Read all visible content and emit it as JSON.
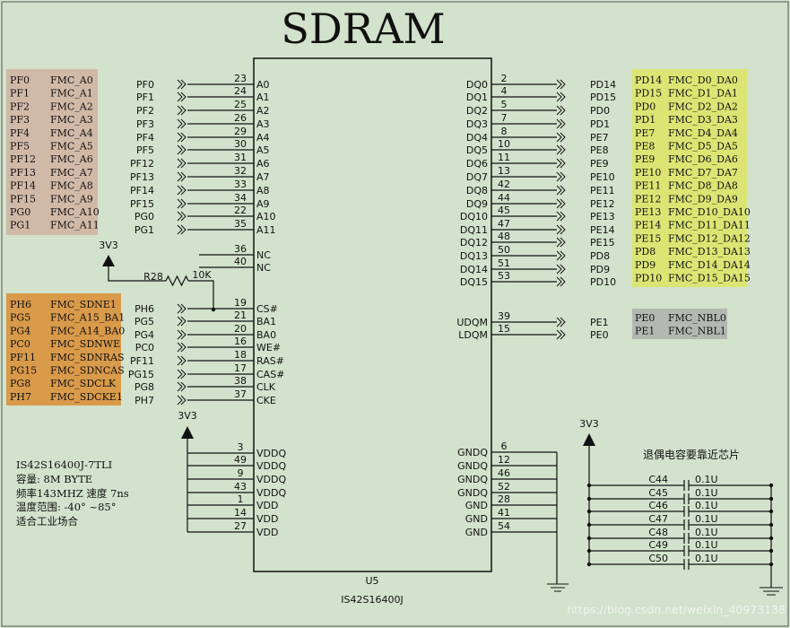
{
  "title": "SDRAM",
  "chip": {
    "ref": "U5",
    "part": "IS42S16400J"
  },
  "left_pins": [
    {
      "net": "PF0",
      "num": "23",
      "name": "A0"
    },
    {
      "net": "PF1",
      "num": "24",
      "name": "A1"
    },
    {
      "net": "PF2",
      "num": "25",
      "name": "A2"
    },
    {
      "net": "PF3",
      "num": "26",
      "name": "A3"
    },
    {
      "net": "PF4",
      "num": "29",
      "name": "A4"
    },
    {
      "net": "PF5",
      "num": "30",
      "name": "A5"
    },
    {
      "net": "PF12",
      "num": "31",
      "name": "A6"
    },
    {
      "net": "PF13",
      "num": "32",
      "name": "A7"
    },
    {
      "net": "PF14",
      "num": "33",
      "name": "A8"
    },
    {
      "net": "PF15",
      "num": "34",
      "name": "A9"
    },
    {
      "net": "PG0",
      "num": "22",
      "name": "A10"
    },
    {
      "net": "PG1",
      "num": "35",
      "name": "A11"
    },
    {
      "net": "",
      "num": "36",
      "name": "NC"
    },
    {
      "net": "",
      "num": "40",
      "name": "NC"
    },
    {
      "net": "PH6",
      "num": "19",
      "name": "CS#"
    },
    {
      "net": "PG5",
      "num": "21",
      "name": "BA1"
    },
    {
      "net": "PG4",
      "num": "20",
      "name": "BA0"
    },
    {
      "net": "PC0",
      "num": "16",
      "name": "WE#"
    },
    {
      "net": "PF11",
      "num": "18",
      "name": "RAS#"
    },
    {
      "net": "PG15",
      "num": "17",
      "name": "CAS#"
    },
    {
      "net": "PG8",
      "num": "38",
      "name": "CLK"
    },
    {
      "net": "PH7",
      "num": "37",
      "name": "CKE"
    }
  ],
  "power_pins": [
    {
      "num": "3",
      "name": "VDDQ"
    },
    {
      "num": "49",
      "name": "VDDQ"
    },
    {
      "num": "9",
      "name": "VDDQ"
    },
    {
      "num": "43",
      "name": "VDDQ"
    },
    {
      "num": "1",
      "name": "VDD"
    },
    {
      "num": "14",
      "name": "VDD"
    },
    {
      "num": "27",
      "name": "VDD"
    }
  ],
  "right_pins": [
    {
      "name": "DQ0",
      "num": "2",
      "net": "PD14"
    },
    {
      "name": "DQ1",
      "num": "4",
      "net": "PD15"
    },
    {
      "name": "DQ2",
      "num": "5",
      "net": "PD0"
    },
    {
      "name": "DQ3",
      "num": "7",
      "net": "PD1"
    },
    {
      "name": "DQ4",
      "num": "8",
      "net": "PE7"
    },
    {
      "name": "DQ5",
      "num": "10",
      "net": "PE8"
    },
    {
      "name": "DQ6",
      "num": "11",
      "net": "PE9"
    },
    {
      "name": "DQ7",
      "num": "13",
      "net": "PE10"
    },
    {
      "name": "DQ8",
      "num": "42",
      "net": "PE11"
    },
    {
      "name": "DQ9",
      "num": "44",
      "net": "PE12"
    },
    {
      "name": "DQ10",
      "num": "45",
      "net": "PE13"
    },
    {
      "name": "DQ11",
      "num": "47",
      "net": "PE14"
    },
    {
      "name": "DQ12",
      "num": "48",
      "net": "PE15"
    },
    {
      "name": "DQ13",
      "num": "50",
      "net": "PD8"
    },
    {
      "name": "DQ14",
      "num": "51",
      "net": "PD9"
    },
    {
      "name": "DQ15",
      "num": "53",
      "net": "PD10"
    }
  ],
  "mask_pins": [
    {
      "name": "UDQM",
      "num": "39",
      "net": "PE1"
    },
    {
      "name": "LDQM",
      "num": "15",
      "net": "PE0"
    }
  ],
  "gnd_pins": [
    {
      "name": "GNDQ",
      "num": "6"
    },
    {
      "name": "GNDQ",
      "num": "12"
    },
    {
      "name": "GNDQ",
      "num": "46"
    },
    {
      "name": "GNDQ",
      "num": "52"
    },
    {
      "name": "GND",
      "num": "28"
    },
    {
      "name": "GND",
      "num": "41"
    },
    {
      "name": "GND",
      "num": "54"
    }
  ],
  "addr_table": [
    [
      "PF0",
      "FMC_A0"
    ],
    [
      "PF1",
      "FMC_A1"
    ],
    [
      "PF2",
      "FMC_A2"
    ],
    [
      "PF3",
      "FMC_A3"
    ],
    [
      "PF4",
      "FMC_A4"
    ],
    [
      "PF5",
      "FMC_A5"
    ],
    [
      "PF12",
      "FMC_A6"
    ],
    [
      "PF13",
      "FMC_A7"
    ],
    [
      "PF14",
      "FMC_A8"
    ],
    [
      "PF15",
      "FMC_A9"
    ],
    [
      "PG0",
      "FMC_A10"
    ],
    [
      "PG1",
      "FMC_A11"
    ]
  ],
  "ctrl_table": [
    [
      "PH6",
      "FMC_SDNE1"
    ],
    [
      "PG5",
      "FMC_A15_BA1"
    ],
    [
      "PG4",
      "FMC_A14_BA0"
    ],
    [
      "PC0",
      "FMC_SDNWE"
    ],
    [
      "PF11",
      "FMC_SDNRAS"
    ],
    [
      "PG15",
      "FMC_SDNCAS"
    ],
    [
      "PG8",
      "FMC_SDCLK"
    ],
    [
      "PH7",
      "FMC_SDCKE1"
    ]
  ],
  "data_table": [
    [
      "PD14",
      "FMC_D0_DA0"
    ],
    [
      "PD15",
      "FMC_D1_DA1"
    ],
    [
      "PD0",
      "FMC_D2_DA2"
    ],
    [
      "PD1",
      "FMC_D3_DA3"
    ],
    [
      "PE7",
      "FMC_D4_DA4"
    ],
    [
      "PE8",
      "FMC_D5_DA5"
    ],
    [
      "PE9",
      "FMC_D6_DA6"
    ],
    [
      "PE10",
      "FMC_D7_DA7"
    ],
    [
      "PE11",
      "FMC_D8_DA8"
    ],
    [
      "PE12",
      "FMC_D9_DA9"
    ],
    [
      "PE13",
      "FMC_D10_DA10"
    ],
    [
      "PE14",
      "FMC_D11_DA11"
    ],
    [
      "PE15",
      "FMC_D12_DA12"
    ],
    [
      "PD8",
      "FMC_D13_DA13"
    ],
    [
      "PD9",
      "FMC_D14_DA14"
    ],
    [
      "PD10",
      "FMC_D15_DA15"
    ]
  ],
  "mask_table": [
    [
      "PE0",
      "FMC_NBL0"
    ],
    [
      "PE1",
      "FMC_NBL1"
    ]
  ],
  "resistor": {
    "ref": "R28",
    "value": "10K",
    "supply": "3V3"
  },
  "vdd_supply": "3V3",
  "cap_supply": "3V3",
  "caps_title": "退偶电容要靠近芯片",
  "caps": [
    {
      "ref": "C44",
      "value": "0.1U"
    },
    {
      "ref": "C45",
      "value": "0.1U"
    },
    {
      "ref": "C46",
      "value": "0.1U"
    },
    {
      "ref": "C47",
      "value": "0.1U"
    },
    {
      "ref": "C48",
      "value": "0.1U"
    },
    {
      "ref": "C49",
      "value": "0.1U"
    },
    {
      "ref": "C50",
      "value": "0.1U"
    }
  ],
  "info": [
    "IS42S16400J-7TLI",
    "容量: 8M BYTE",
    "频率143MHZ  速度 7ns",
    "温度范围: -40° ~85°",
    " 适合工业场合"
  ],
  "watermark": "https://blog.csdn.net/weixin_40973138",
  "colors": {
    "background": "#d2e2cc",
    "addr_box": "#d1b9a8",
    "ctrl_box": "#d99a4a",
    "data_box": "#dce573",
    "mask_box": "#b3b9b0"
  }
}
